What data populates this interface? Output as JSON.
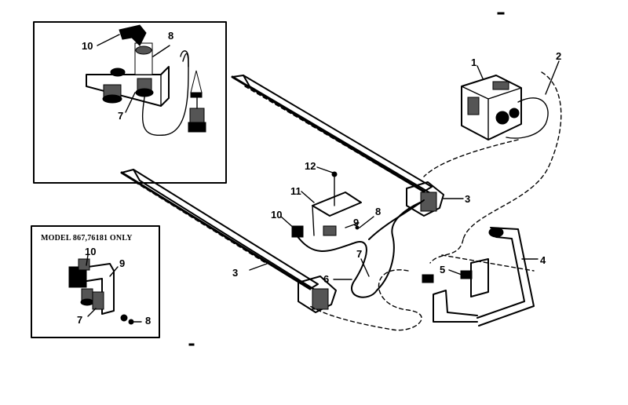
{
  "inset_top": {
    "labels": {
      "p10": "10",
      "p8": "8",
      "p7": "7"
    }
  },
  "inset_model": {
    "caption": "MODEL 867,76181 ONLY",
    "labels": {
      "p10": "10",
      "p9": "9",
      "p7": "7",
      "p8": "8"
    }
  },
  "main": {
    "labels": {
      "p1": "1",
      "p2": "2",
      "p3_right": "3",
      "p3_left": "3",
      "p4": "4",
      "p5": "5",
      "p6": "6",
      "p7": "7",
      "p8": "8",
      "p9": "9",
      "p10": "10",
      "p11": "11",
      "p12": "12"
    }
  }
}
